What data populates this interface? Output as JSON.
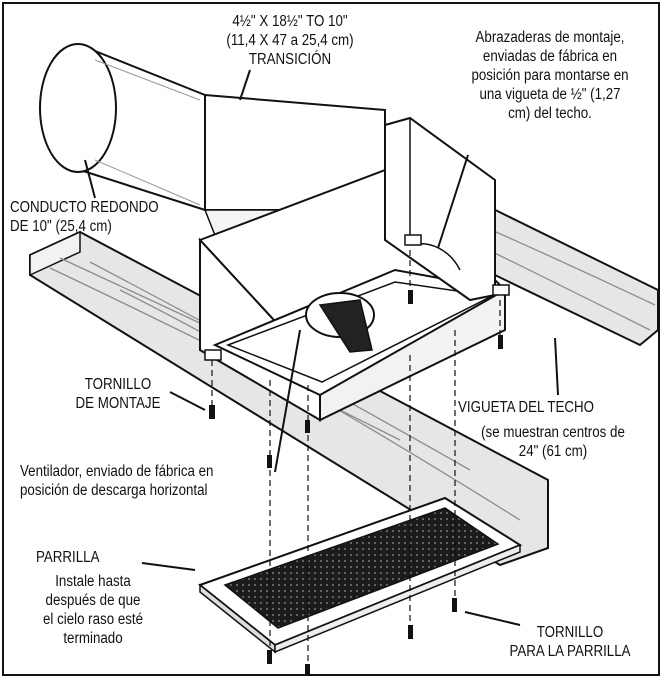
{
  "labels": {
    "transition": "4½\" X 18½\" TO 10\"\n(11,4 X 47 a 25,4 cm)\nTRANSICIÓN",
    "mounting_brackets": "Abrazaderas de montaje,\nenviadas de fábrica en\nposición para montarse en\nuna vigueta de ½\" (1,27\ncm) del techo.",
    "round_duct": "CONDUCTO REDONDO\nDE  10\" (25,4 cm)",
    "mounting_screw": "TORNILLO\nDE MONTAJE",
    "ceiling_joist": "VIGUETA DEL TECHO",
    "joist_centers": "(se muestran centros de\n24\" (61 cm)",
    "fan": "Ventilador, enviado de fábrica en\nposición de descarga horizontal",
    "grille_title": "PARRILLA",
    "grille_note": "Instale hasta\ndespués de que\nel cielo raso esté\nterminado",
    "grille_screw": "TORNILLO\nPARA  LA PARRILLA"
  },
  "colors": {
    "line": "#111111",
    "wood": "#e6e6e6",
    "grain": "#8c8c8c",
    "mesh": "#1b1b1b"
  }
}
